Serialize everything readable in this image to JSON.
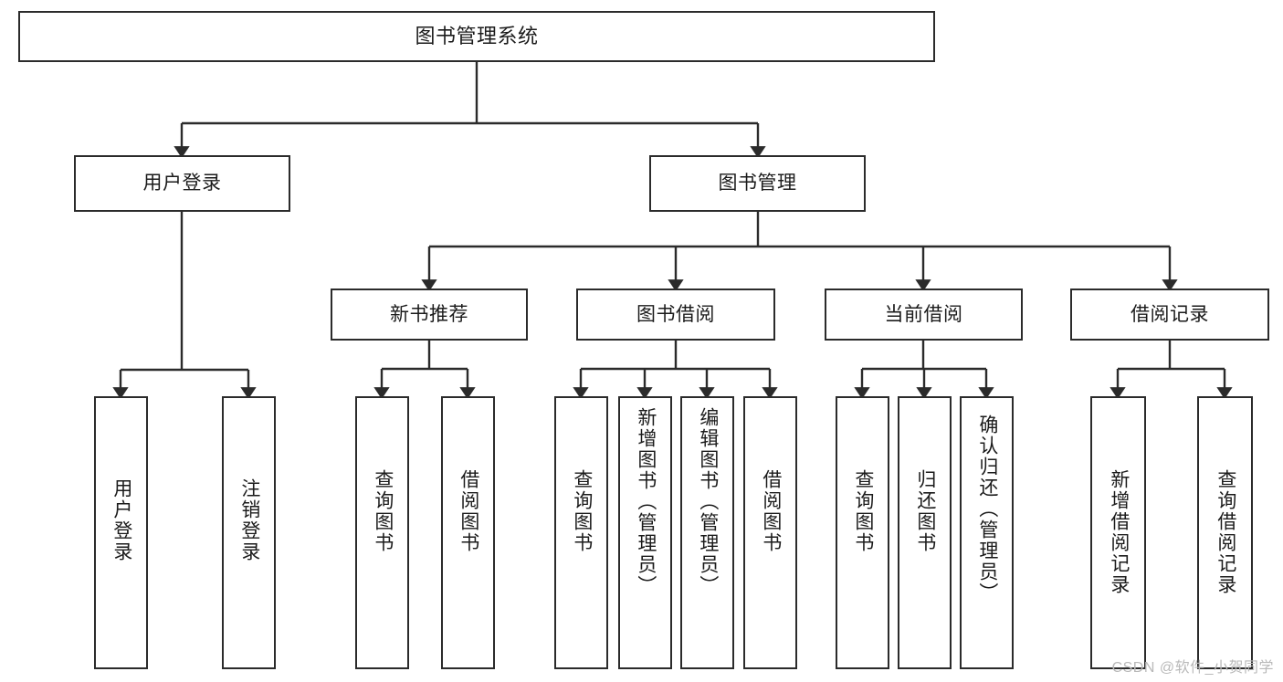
{
  "diagram": {
    "title": "图书管理系统",
    "type": "tree",
    "colors": {
      "box_border": "#2b2b2b",
      "box_fill": "#ffffff",
      "connector": "#2b2b2b",
      "text": "#1b1b1b",
      "watermark": "#b9b9b9",
      "background": "#ffffff"
    },
    "nodes": {
      "root": {
        "label": "图书管理系统"
      },
      "level2": [
        {
          "id": "user-login",
          "label": "用户登录"
        },
        {
          "id": "book-manage",
          "label": "图书管理"
        }
      ],
      "level3": [
        {
          "id": "new-book-recommend",
          "label": "新书推荐"
        },
        {
          "id": "book-borrow",
          "label": "图书借阅"
        },
        {
          "id": "current-borrow",
          "label": "当前借阅"
        },
        {
          "id": "borrow-record",
          "label": "借阅记录"
        }
      ],
      "leaves": {
        "user-login": [
          {
            "id": "leaf-user-login",
            "label": "用户登录"
          },
          {
            "id": "leaf-logout-login",
            "label": "注销登录"
          }
        ],
        "new-book-recommend": [
          {
            "id": "leaf-query-book-1",
            "label": "查询图书"
          },
          {
            "id": "leaf-borrow-book-1",
            "label": "借阅图书"
          }
        ],
        "book-borrow": [
          {
            "id": "leaf-query-book-2",
            "label": "查询图书"
          },
          {
            "id": "leaf-add-book",
            "label": "新增图书（管理员）"
          },
          {
            "id": "leaf-edit-book",
            "label": "编辑图书（管理员）"
          },
          {
            "id": "leaf-borrow-book-2",
            "label": "借阅图书"
          }
        ],
        "current-borrow": [
          {
            "id": "leaf-query-book-3",
            "label": "查询图书"
          },
          {
            "id": "leaf-return-book",
            "label": "归还图书"
          },
          {
            "id": "leaf-confirm-return",
            "label": "确认归还（管理员）"
          }
        ],
        "borrow-record": [
          {
            "id": "leaf-add-record",
            "label": "新增借阅记录"
          },
          {
            "id": "leaf-query-record",
            "label": "查询借阅记录"
          }
        ]
      }
    },
    "watermark": "CSDN @软件_小贺同学"
  }
}
